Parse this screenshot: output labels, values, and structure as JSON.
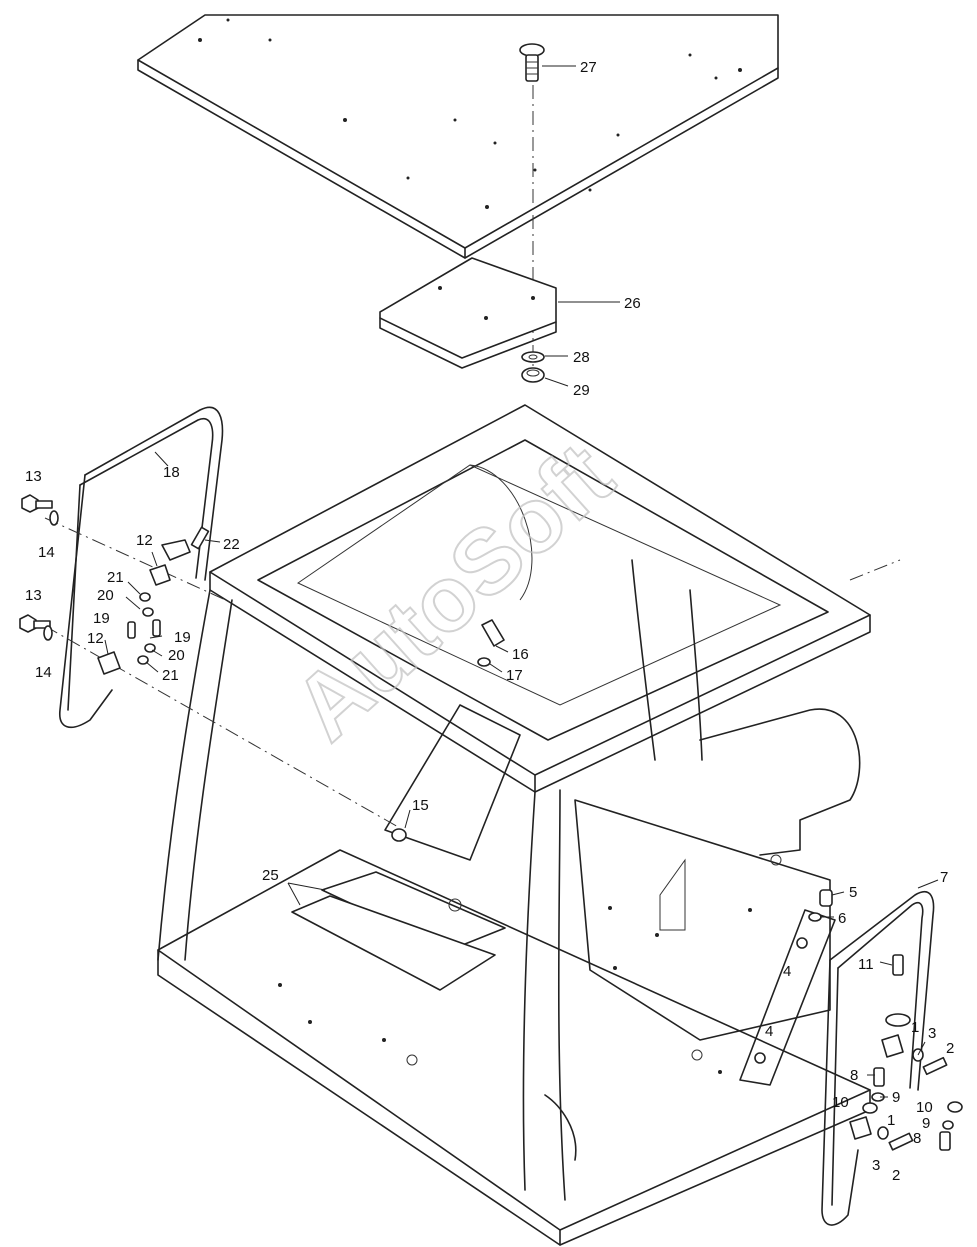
{
  "watermark": "AutoSoft",
  "callouts": [
    {
      "id": "c27",
      "label": "27"
    },
    {
      "id": "c26",
      "label": "26"
    },
    {
      "id": "c28",
      "label": "28"
    },
    {
      "id": "c29",
      "label": "29"
    },
    {
      "id": "c18",
      "label": "18"
    },
    {
      "id": "c13a",
      "label": "13"
    },
    {
      "id": "c14a",
      "label": "14"
    },
    {
      "id": "c12a",
      "label": "12"
    },
    {
      "id": "c22",
      "label": "22"
    },
    {
      "id": "c21a",
      "label": "21"
    },
    {
      "id": "c20a",
      "label": "20"
    },
    {
      "id": "c13b",
      "label": "13"
    },
    {
      "id": "c19a",
      "label": "19"
    },
    {
      "id": "c19b",
      "label": "19"
    },
    {
      "id": "c12b",
      "label": "12"
    },
    {
      "id": "c20b",
      "label": "20"
    },
    {
      "id": "c14b",
      "label": "14"
    },
    {
      "id": "c21b",
      "label": "21"
    },
    {
      "id": "c16",
      "label": "16"
    },
    {
      "id": "c17",
      "label": "17"
    },
    {
      "id": "c15",
      "label": "15"
    },
    {
      "id": "c25",
      "label": "25"
    },
    {
      "id": "c7",
      "label": "7"
    },
    {
      "id": "c5",
      "label": "5"
    },
    {
      "id": "c6",
      "label": "6"
    },
    {
      "id": "c4a",
      "label": "4"
    },
    {
      "id": "c11",
      "label": "11"
    },
    {
      "id": "c4b",
      "label": "4"
    },
    {
      "id": "c1a",
      "label": "1"
    },
    {
      "id": "c3a",
      "label": "3"
    },
    {
      "id": "c2a",
      "label": "2"
    },
    {
      "id": "c8a",
      "label": "8"
    },
    {
      "id": "c9a",
      "label": "9"
    },
    {
      "id": "c10a",
      "label": "10"
    },
    {
      "id": "c10b",
      "label": "10"
    },
    {
      "id": "c1b",
      "label": "1"
    },
    {
      "id": "c8b",
      "label": "8"
    },
    {
      "id": "c9b",
      "label": "9"
    },
    {
      "id": "c3b",
      "label": "3"
    },
    {
      "id": "c2b",
      "label": "2"
    }
  ]
}
